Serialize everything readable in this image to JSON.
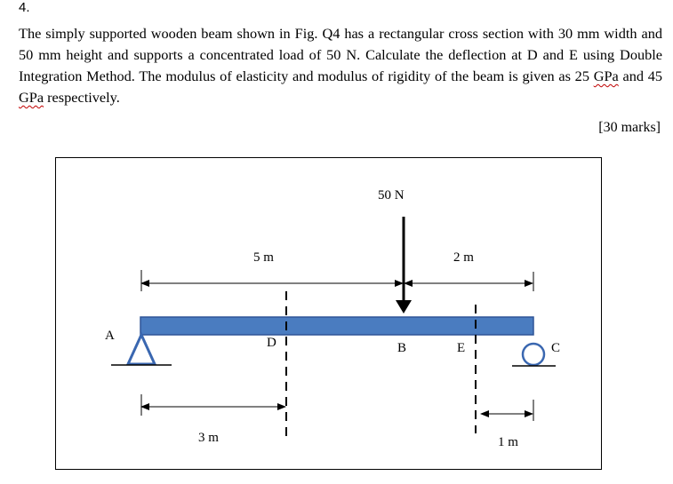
{
  "question": {
    "number": "4.",
    "text_part1": "The simply supported wooden beam shown in Fig. Q4 has a rectangular cross section with 30 mm width and 50 mm height and supports a concentrated load of 50 N. Calculate the deflection at D and E using Double Integration Method. The modulus of elasticity and modulus of rigidity of the beam is given as 25 ",
    "unit1": "GPa",
    "text_part2": " and 45 ",
    "unit2": "GPa",
    "text_part3": " respectively.",
    "marks": "[30 marks]"
  },
  "figure": {
    "load_label": "50 N",
    "dim_top_left": "5 m",
    "dim_top_right": "2 m",
    "dim_bottom_left": "3 m",
    "dim_bottom_right": "1 m",
    "point_a": "A",
    "point_b": "B",
    "point_c": "C",
    "point_d": "D",
    "point_e": "E",
    "colors": {
      "beam_fill": "#4a7cc0",
      "beam_stroke": "#2f5597",
      "support_stroke": "#3a67b0"
    }
  }
}
